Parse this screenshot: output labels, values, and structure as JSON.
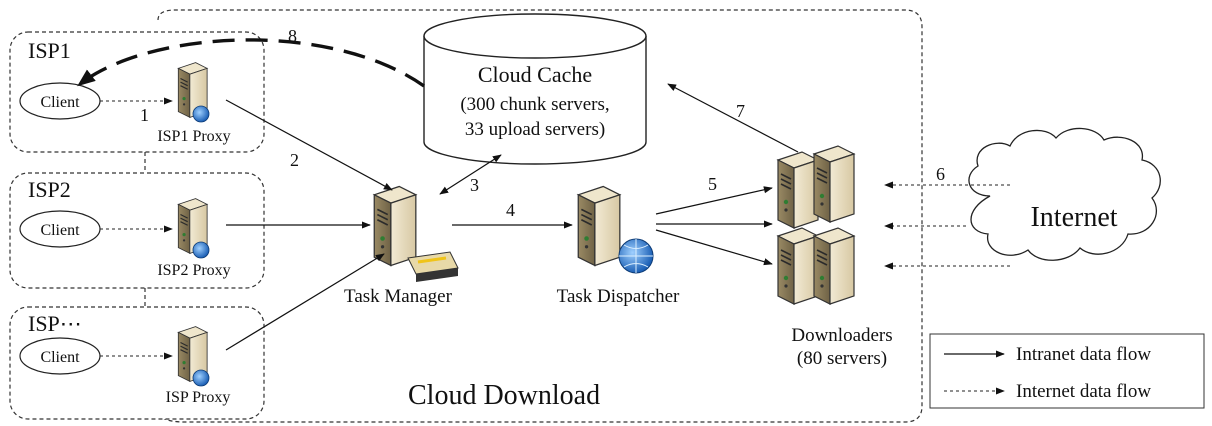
{
  "cloud_region_label": "Cloud Download",
  "isps": [
    {
      "name": "ISP1",
      "client": "Client",
      "proxy": "ISP1 Proxy"
    },
    {
      "name": "ISP2",
      "client": "Client",
      "proxy": "ISP2 Proxy"
    },
    {
      "name": "ISP⋯",
      "client": "Client",
      "proxy": "ISP Proxy"
    }
  ],
  "cloud_cache": {
    "title": "Cloud Cache",
    "line1": "(300 chunk servers,",
    "line2": "33 upload servers)"
  },
  "task_manager": "Task Manager",
  "task_dispatcher": "Task Dispatcher",
  "downloaders": {
    "line1": "Downloaders",
    "line2": "(80 servers)"
  },
  "internet": "Internet",
  "step_labels": [
    "1",
    "2",
    "3",
    "4",
    "5",
    "6",
    "7",
    "8"
  ],
  "legend": {
    "intranet": "Intranet data flow",
    "internet": "Internet data flow"
  }
}
